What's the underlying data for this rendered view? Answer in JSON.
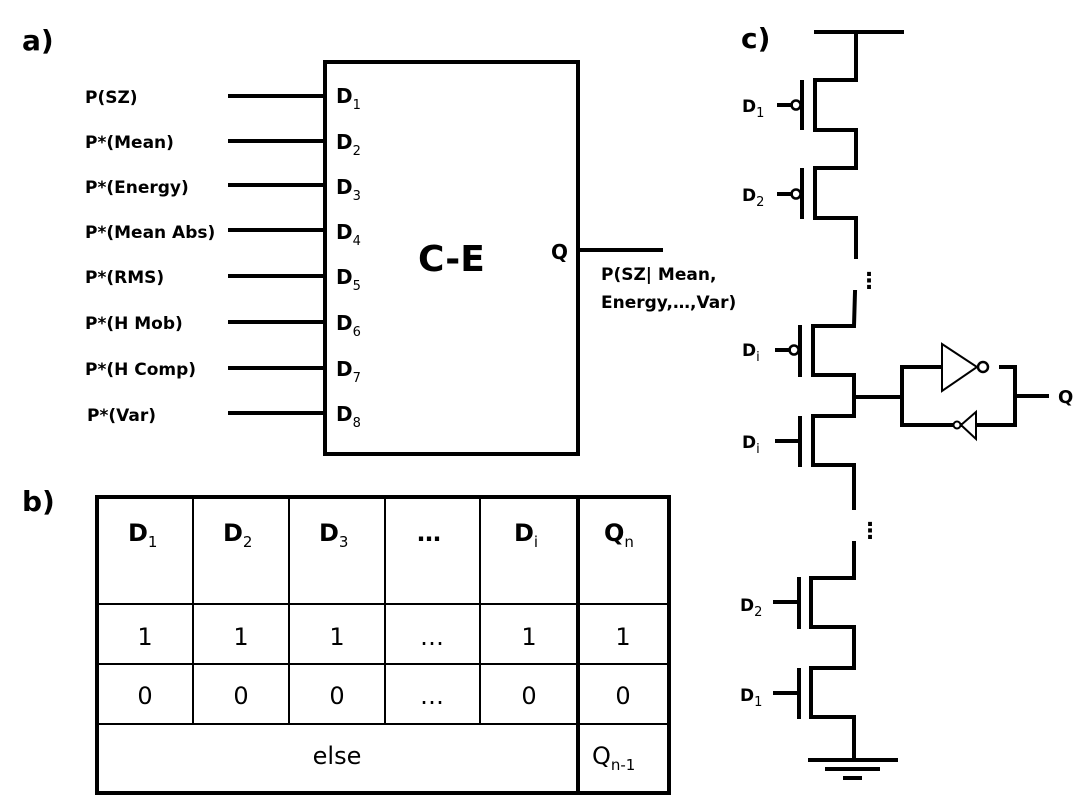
{
  "panels": {
    "a": "a)",
    "b": "b)",
    "c": "c)"
  },
  "block": {
    "title": "C-E",
    "output_pin": "Q",
    "output_label_line1": "P(SZ| Mean,",
    "output_label_line2": "Energy,…,Var)",
    "inputs": [
      {
        "label": "P(SZ)",
        "pin": "D",
        "sub": "1"
      },
      {
        "label": "P*(Mean)",
        "pin": "D",
        "sub": "2"
      },
      {
        "label": "P*(Energy)",
        "pin": "D",
        "sub": "3"
      },
      {
        "label": "P*(Mean Abs)",
        "pin": "D",
        "sub": "4"
      },
      {
        "label": "P*(RMS)",
        "pin": "D",
        "sub": "5"
      },
      {
        "label": "P*(H Mob)",
        "pin": "D",
        "sub": "6"
      },
      {
        "label": "P*(H Comp)",
        "pin": "D",
        "sub": "7"
      },
      {
        "label": "P*(Var)",
        "pin": "D",
        "sub": "8"
      }
    ]
  },
  "truth_table": {
    "headers": [
      {
        "main": "D",
        "sub": "1"
      },
      {
        "main": "D",
        "sub": "2"
      },
      {
        "main": "D",
        "sub": "3"
      },
      {
        "main": "…",
        "sub": ""
      },
      {
        "main": "D",
        "sub": "i"
      },
      {
        "main": "Q",
        "sub": "n"
      }
    ],
    "rows": [
      [
        "1",
        "1",
        "1",
        "…",
        "1",
        "1"
      ],
      [
        "0",
        "0",
        "0",
        "…",
        "0",
        "0"
      ]
    ],
    "else_label": "else",
    "else_output": {
      "main": "Q",
      "sub": "n-1"
    }
  },
  "circuit": {
    "pmos": [
      {
        "main": "D",
        "sub": "1"
      },
      {
        "main": "D",
        "sub": "2"
      },
      {
        "main": "D",
        "sub": "i"
      }
    ],
    "nmos": [
      {
        "main": "D",
        "sub": "i"
      },
      {
        "main": "D",
        "sub": "2"
      },
      {
        "main": "D",
        "sub": "1"
      }
    ],
    "ellipsis": "⋮",
    "output": "Q"
  }
}
